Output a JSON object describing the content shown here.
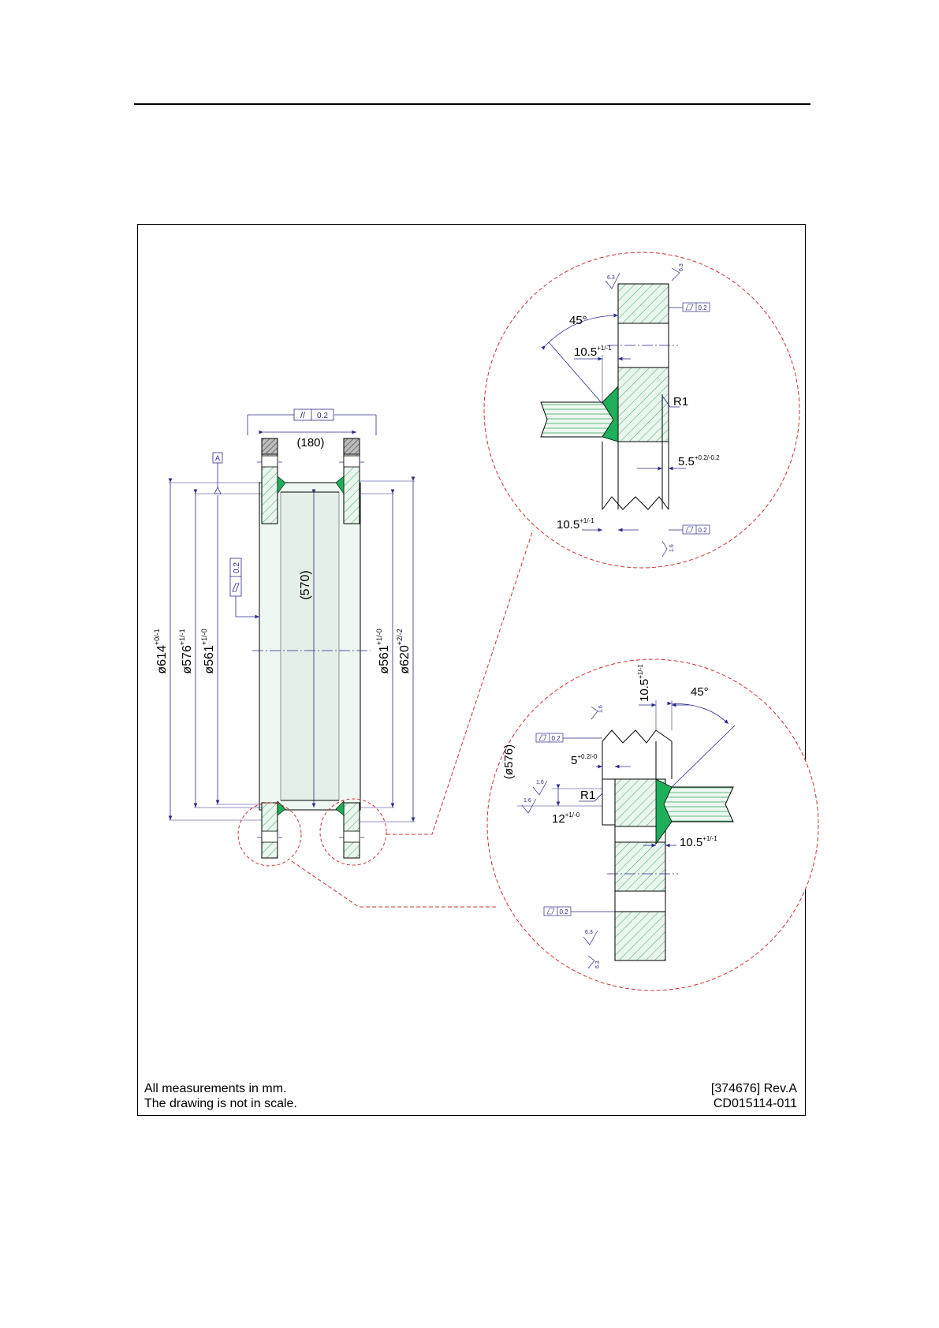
{
  "footer": {
    "left_line1": "All measurements in mm.",
    "left_line2": "The drawing is not in scale.",
    "right_line1": "[374676] Rev.A",
    "right_line2": "CD015114-011"
  },
  "main_view": {
    "datum": "A",
    "parallelism_symbol": "//",
    "parallelism_value": "0.2",
    "flatness_value": "0.2",
    "width_dim": "(180)",
    "length_dim": "(570)",
    "left_dims": [
      {
        "base": "ø614",
        "tol": "+0/-1"
      },
      {
        "base": "ø576",
        "tol": "+1/-1"
      },
      {
        "base": "ø561",
        "tol": "+1/-0"
      }
    ],
    "right_dims": [
      {
        "base": "ø561",
        "tol": "+1/-0"
      },
      {
        "base": "ø620",
        "tol": "+2/-2"
      }
    ]
  },
  "detail_top": {
    "angle": "45°",
    "dim1_base": "10.5",
    "dim1_tol": "+1/-1",
    "radius": "R1",
    "dim2_base": "5.5",
    "dim2_tol": "+0.2/-0.2",
    "dim3_base": "10.5",
    "dim3_tol": "+1/-1",
    "flatness1": "0.2",
    "flatness2": "0.2",
    "roughness1": "6.3",
    "roughness2": "6.3",
    "roughness3": "1.6"
  },
  "detail_bottom": {
    "dim1_base": "10.5",
    "dim1_tol": "+1/-1",
    "angle": "45°",
    "dim2_base": "5",
    "dim2_tol": "+0.2/-0",
    "ref_dia": "(ø576)",
    "radius": "R1",
    "dim3_base": "12",
    "dim3_tol": "+1/-0",
    "dim4_base": "10.5",
    "dim4_tol": "+1/-1",
    "flatness1": "0.2",
    "flatness2": "0.2",
    "roughness1": "1.6",
    "roughness2": "1.6",
    "roughness3": "1.6",
    "roughness4": "6.3",
    "roughness5": "6.3"
  },
  "colors": {
    "dim_line": "#2a2a8a",
    "detail_circle": "#d03030",
    "hatch": "#3aa860",
    "weld": "#1fae5a",
    "fill_light": "#e6f2ea"
  }
}
